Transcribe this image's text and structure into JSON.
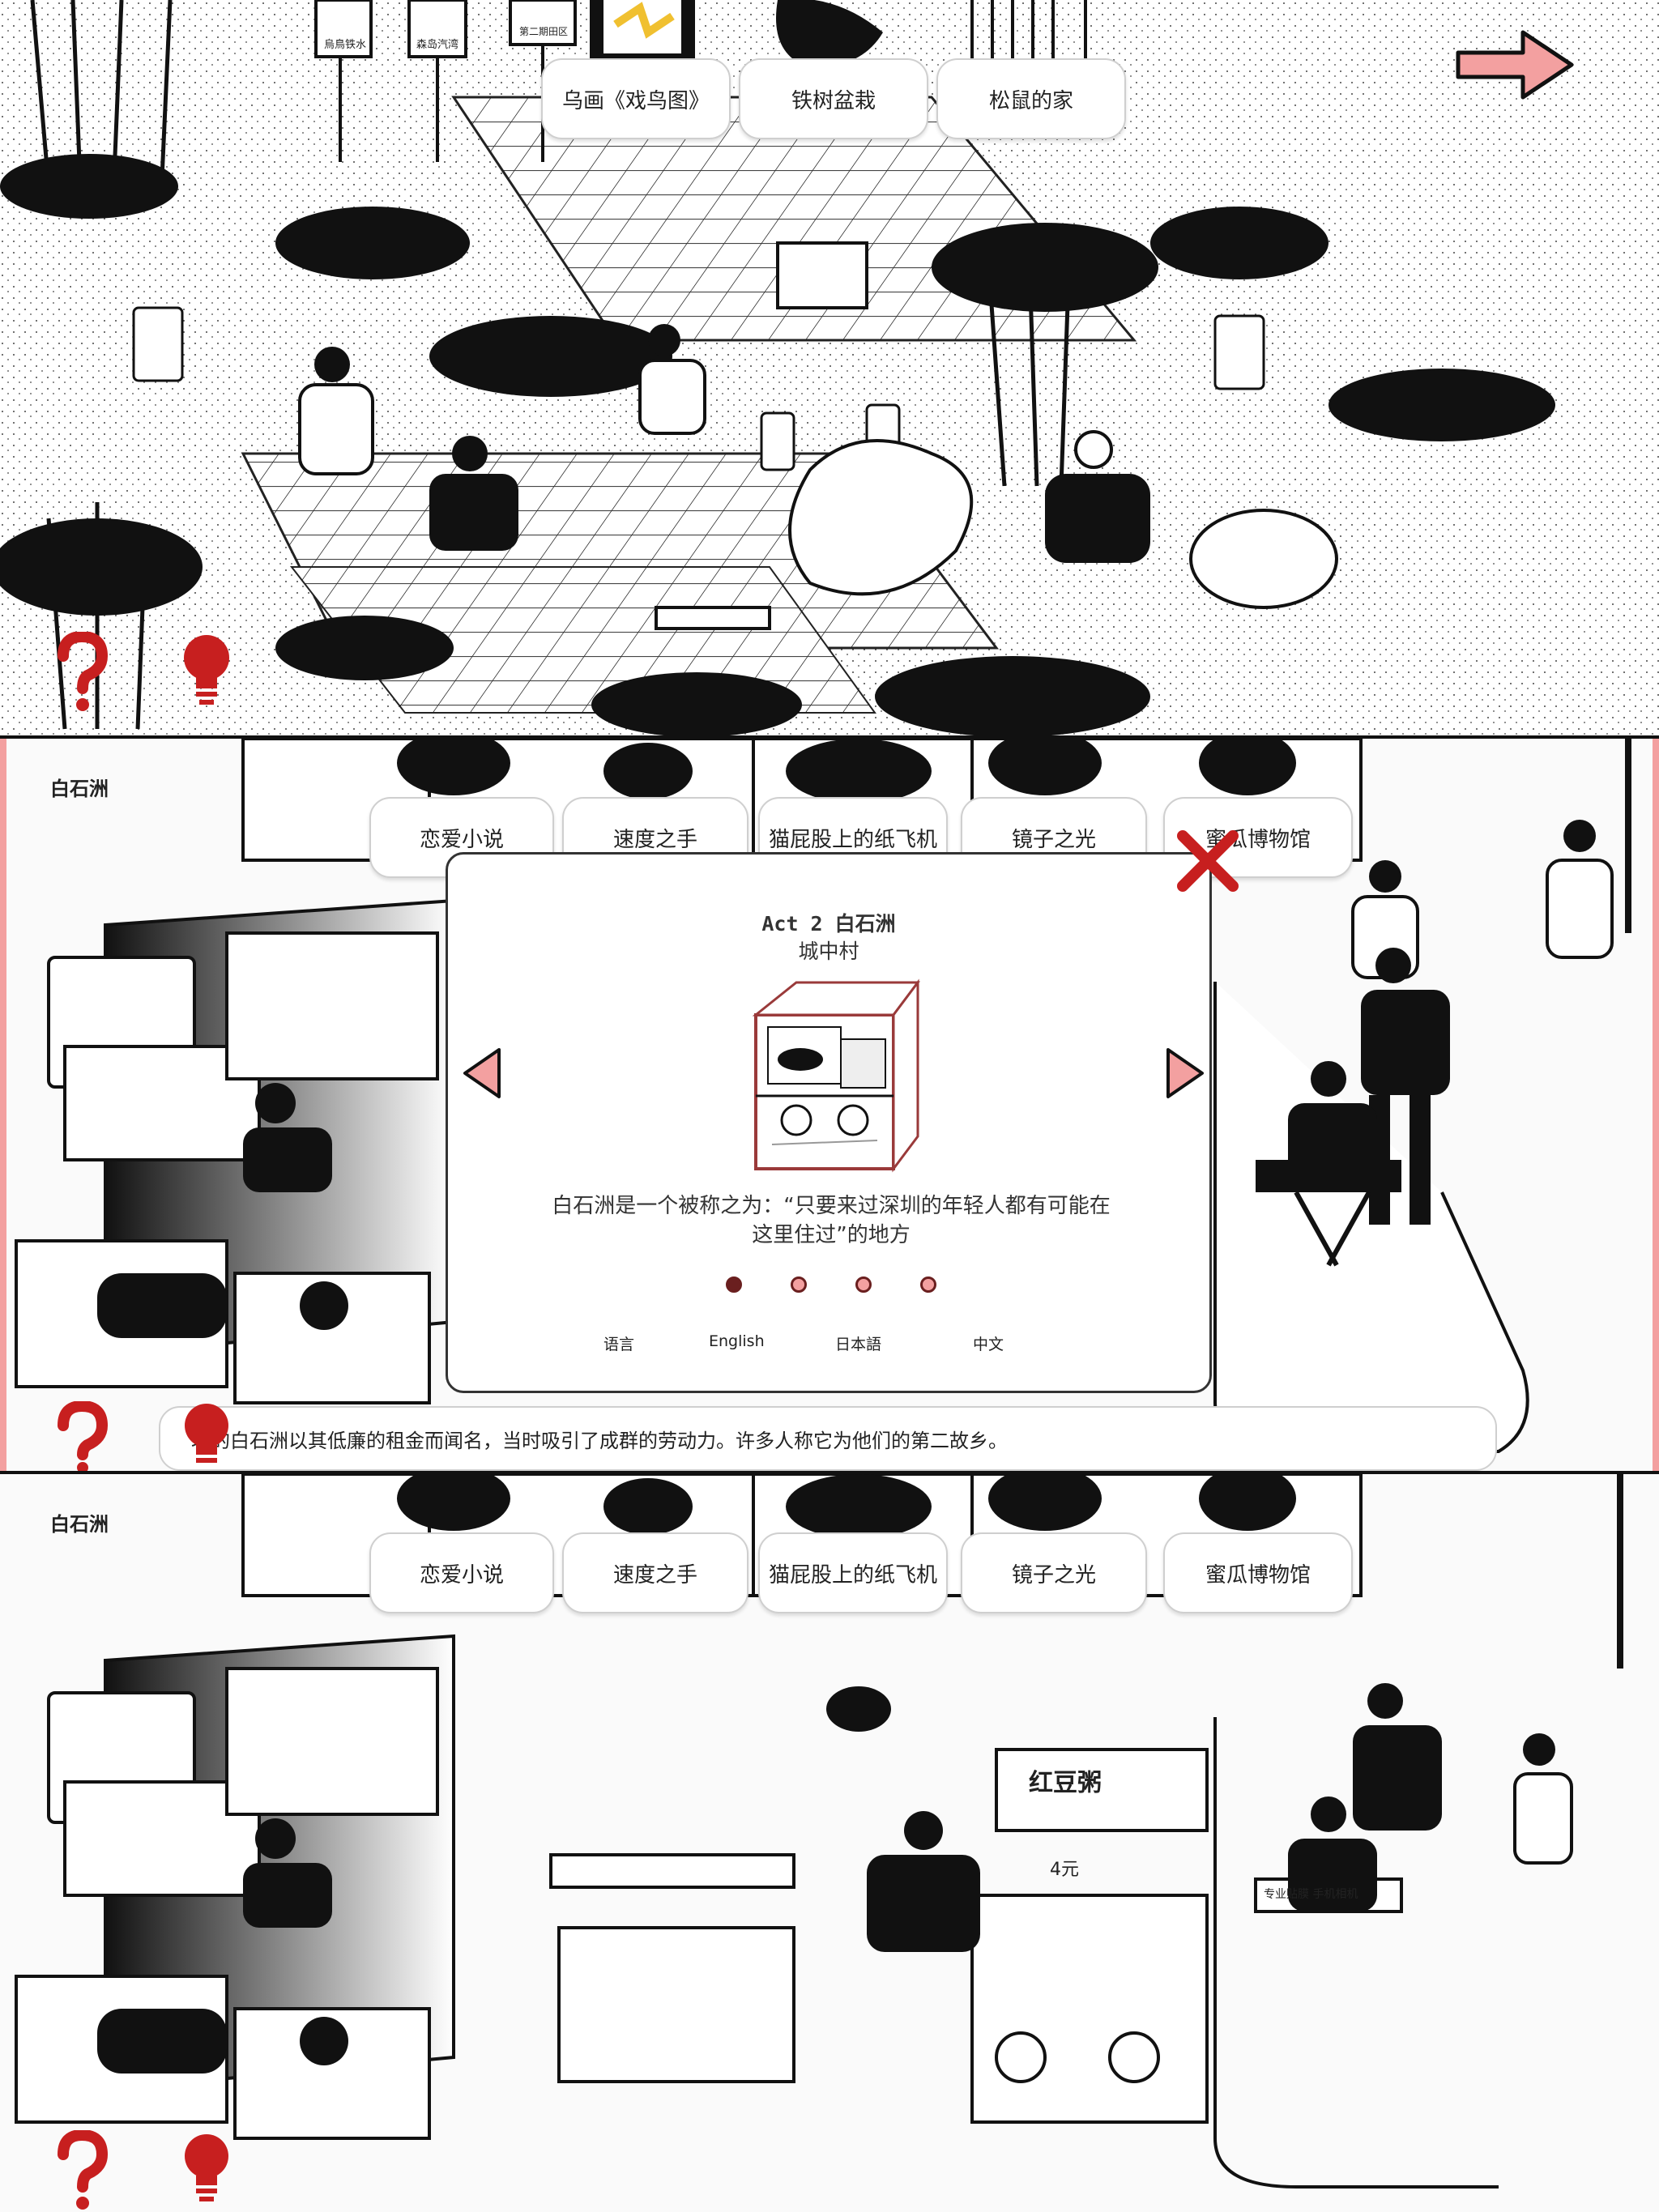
{
  "top_panel": {
    "found_items": [
      "乌画《戏鸟图》",
      "铁树盆栽",
      "松鼠的家"
    ],
    "signs": [
      "烏鳥铁水",
      "森岛汽湾",
      "第二期田区"
    ]
  },
  "middle_panel": {
    "location": "白石洲",
    "target_items": [
      "恋爱小说",
      "速度之手",
      "猫屁股上的纸飞机",
      "镜子之光",
      "蜜瓜博物馆"
    ],
    "dialog": {
      "title": "Act 2 白石洲",
      "subtitle": "城中村",
      "description": "白石洲是一个被称之为：“只要来过深圳的年轻人都有可能在这里住过”的地方",
      "page_count": 4,
      "active_page": 1,
      "language_label": "语言",
      "languages": [
        "English",
        "日本語",
        "中文"
      ]
    },
    "caption": "圳的白石洲以其低廉的租金而闻名，当时吸引了成群的劳动力。许多人称它为他们的第二故乡。"
  },
  "bottom_panel": {
    "location": "白石洲",
    "target_items": [
      "恋爱小说",
      "速度之手",
      "猫屁股上的纸飞机",
      "镜子之光",
      "蜜瓜博物馆"
    ],
    "stall_sign": "红豆粥",
    "stall_price": "4元",
    "phone_sign": "专业贴膜 手机相机"
  },
  "colors": {
    "accent_pink": "#f3a0a0",
    "hint_red": "#c71f1f",
    "ink": "#111111"
  }
}
